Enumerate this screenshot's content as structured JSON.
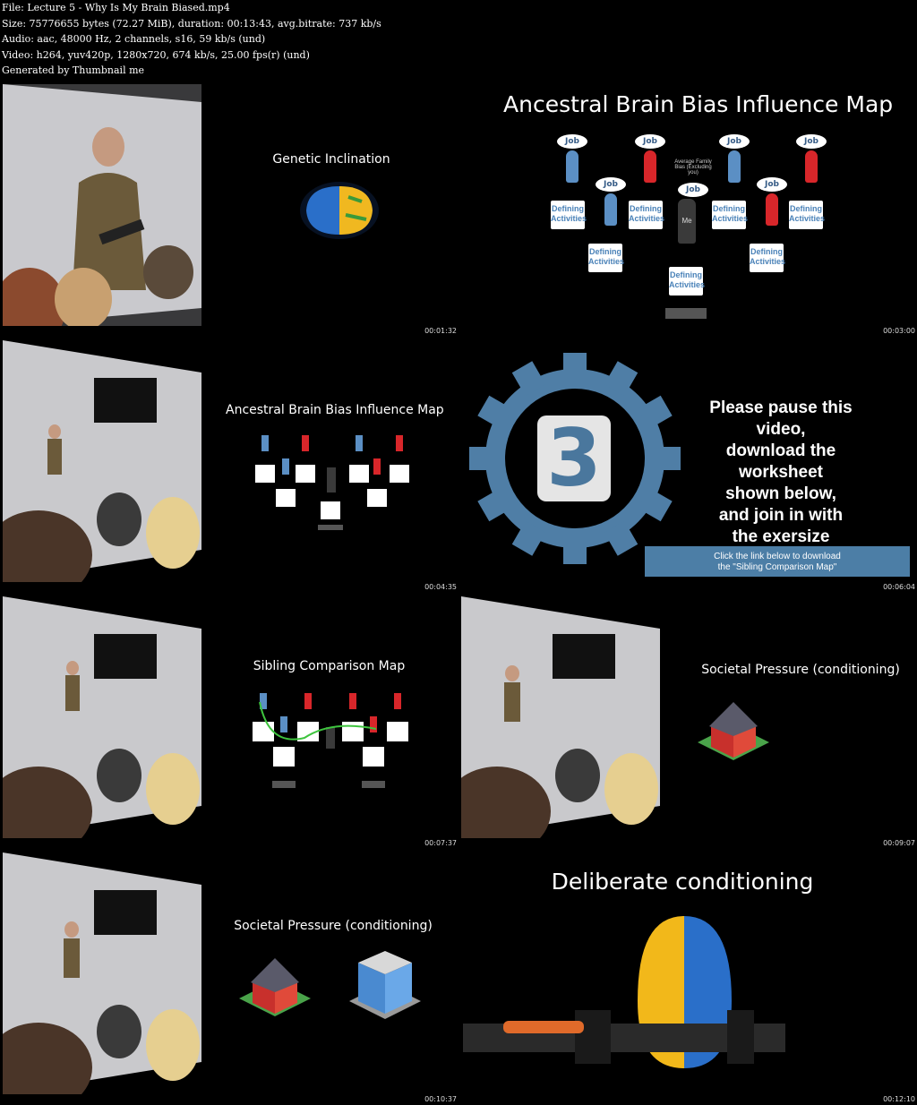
{
  "header": {
    "file": "File: Lecture 5 - Why Is My Brain Biased.mp4",
    "size": "Size: 75776655 bytes (72.27 MiB), duration: 00:13:43, avg.bitrate: 737 kb/s",
    "audio": "Audio: aac, 48000 Hz, 2 channels, s16, 59 kb/s (und)",
    "video": "Video: h264, yuv420p, 1280x720, 674 kb/s, 25.00 fps(r) (und)",
    "generator": "Generated by Thumbnail me"
  },
  "tiles": [
    {
      "title": "Genetic Inclination",
      "timestamp": "00:01:32"
    },
    {
      "title": "Ancestral Brain Bias Influence Map",
      "timestamp": "00:03:00",
      "map": {
        "job": "Job",
        "defining": "Defining Activities",
        "center": "Me",
        "note": "Average Family Bias (Excluding you)"
      }
    },
    {
      "title": "Ancestral Brain Bias Influence Map",
      "timestamp": "00:04:35"
    },
    {
      "timestamp": "00:06:04",
      "number": "3",
      "message": "Please pause this video,\ndownload the worksheet\nshown below,\nand join in with\nthe exersize",
      "banner": "Click the link below to download\nthe \"Sibling Comparison Map\""
    },
    {
      "title": "Sibling Comparison Map",
      "timestamp": "00:07:37"
    },
    {
      "title": "Societal Pressure (conditioning)",
      "timestamp": "00:09:07"
    },
    {
      "title": "Societal Pressure (conditioning)",
      "timestamp": "00:10:37"
    },
    {
      "title": "Deliberate conditioning",
      "timestamp": "00:12:10"
    }
  ],
  "colors": {
    "blue": "#5b8fc4",
    "red": "#d8262a",
    "dark": "#3a3a3a",
    "gear": "#4f7ea6"
  }
}
